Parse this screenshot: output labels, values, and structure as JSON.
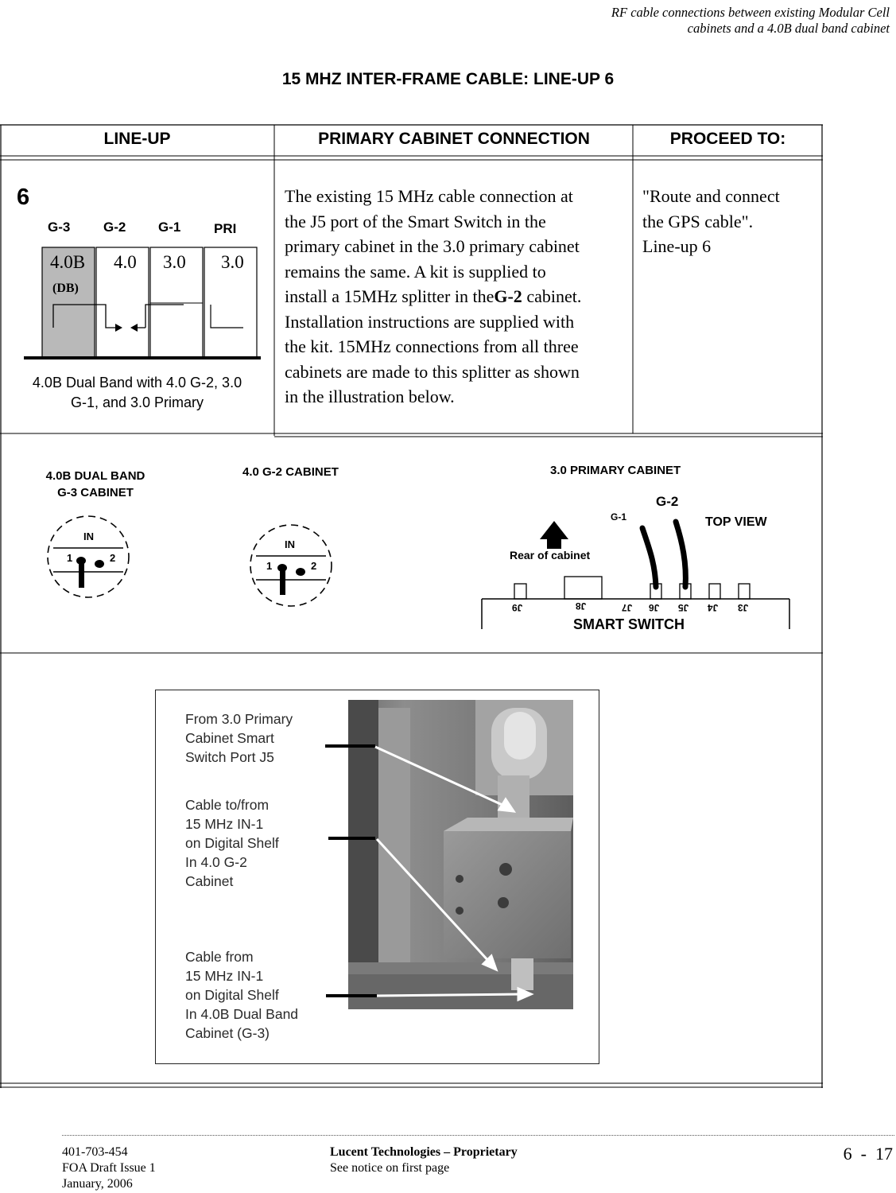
{
  "header": {
    "line1": "RF cable connections between existing Modular Cell",
    "line2": "cabinets and a 4.0B dual band cabinet"
  },
  "title": "15 MHZ INTER-FRAME CABLE: LINE-UP 6",
  "table": {
    "col1": "LINE-UP",
    "col2": "PRIMARY CABINET CONNECTION",
    "col3": "PROCEED TO:",
    "lineup_number": "6",
    "lineup_diagram": {
      "positions": [
        "G-3",
        "G-2",
        "G-1",
        "PRI"
      ],
      "versions": [
        "4.0B",
        "4.0",
        "3.0",
        "3.0"
      ],
      "db_label": "(DB)",
      "caption_line1": "4.0B Dual Band with 4.0 G-2, 3.0",
      "caption_line2": "G-1, and 3.0 Primary"
    },
    "connection_lines": [
      "The existing 15 MHz cable connection at",
      "the J5 port of the Smart Switch in the",
      "primary cabinet in the 3.0 primary cabinet",
      "remains the same. A kit is supplied to",
      "Installation instructions are supplied with",
      "the kit. 15MHz connections from all three",
      "cabinets are made to this splitter as shown",
      "in the illustration below."
    ],
    "connection_line5_pre": "install a 15MHz splitter in the",
    "connection_line5_bold": "G-2",
    "connection_line5_post": " cabinet.",
    "proceed_lines": [
      "\"Route and connect",
      "the GPS cable\".",
      "Line-up 6"
    ]
  },
  "diagram": {
    "g3_label_line1": "4.0B DUAL BAND",
    "g3_label_line2": "G-3 CABINET",
    "g2_label": "4.0 G-2 CABINET",
    "primary_label": "3.0 PRIMARY CABINET",
    "connector_in": "IN",
    "connector_1": "1",
    "connector_2": "2",
    "g1": "G-1",
    "g2": "G-2",
    "top_view": "TOP VIEW",
    "rear": "Rear of cabinet",
    "smart_switch": "SMART SWITCH",
    "ports": [
      "J9",
      "J8",
      "J7",
      "J6",
      "J5",
      "J4",
      "J3"
    ]
  },
  "photo": {
    "callout1": [
      "From 3.0 Primary",
      "Cabinet Smart",
      "Switch  Port J5"
    ],
    "callout2": [
      "Cable to/from",
      "15 MHz IN-1",
      "on Digital Shelf",
      "In 4.0 G-2",
      "Cabinet"
    ],
    "callout3": [
      "Cable from",
      "15 MHz IN-1",
      "on Digital Shelf",
      "In 4.0B Dual Band",
      "Cabinet (G-3)"
    ]
  },
  "footer": {
    "doc_number": "401-703-454",
    "issue": "FOA Draft Issue 1",
    "date": "January, 2006",
    "company": "Lucent Technologies – Proprietary",
    "notice": "See notice on first page",
    "page": "6  -  17"
  }
}
